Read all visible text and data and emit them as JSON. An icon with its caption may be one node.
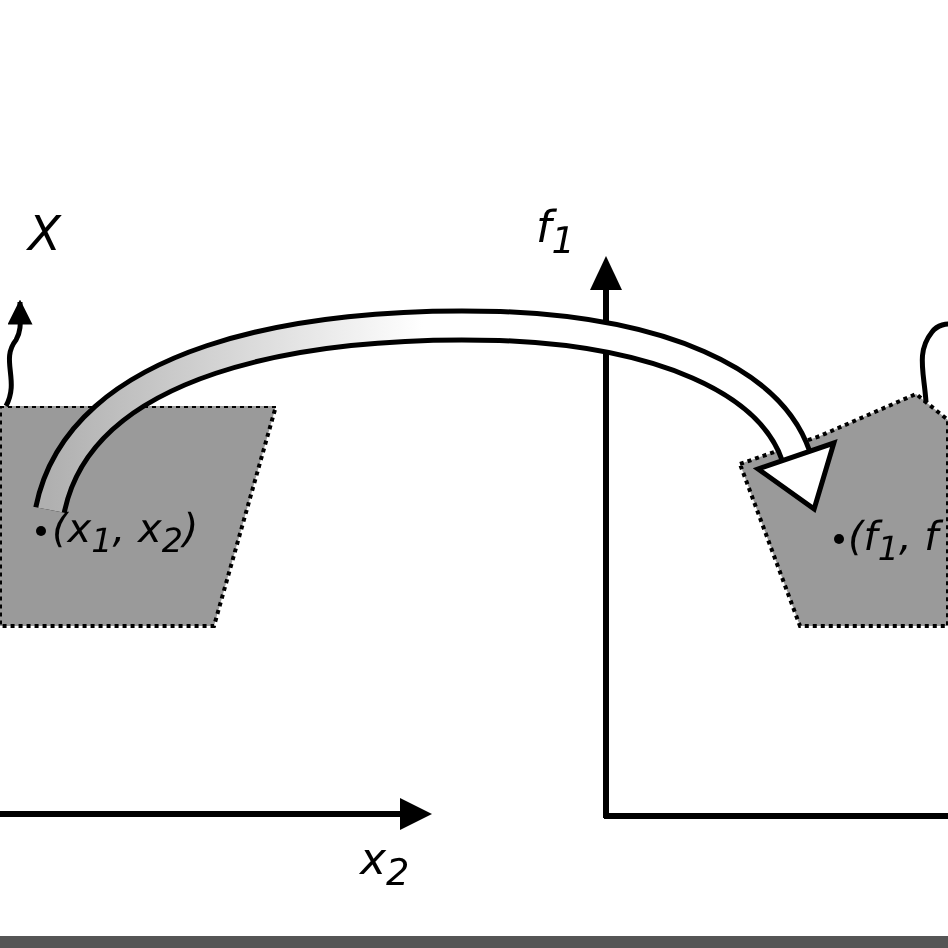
{
  "diagram": {
    "nodes": [
      {
        "text": [
          "X"
        ]
      },
      {
        "text": [
          "(x$_{1}$, x$_{2}$)"
        ]
      },
      {
        "text": [
          "(f$_{1}$, f"
        ]
      }
    ],
    "edges": [
      {
        "from": 1,
        "to": 0,
        "arrow": "to"
      },
      {
        "from": 1,
        "to": 2,
        "arrow": "to",
        "style": "thick"
      },
      {
        "from": 2,
        "to": null,
        "arrow": "none"
      }
    ],
    "labels": [
      "f$_{1}$",
      "x$_{2}$"
    ]
  }
}
